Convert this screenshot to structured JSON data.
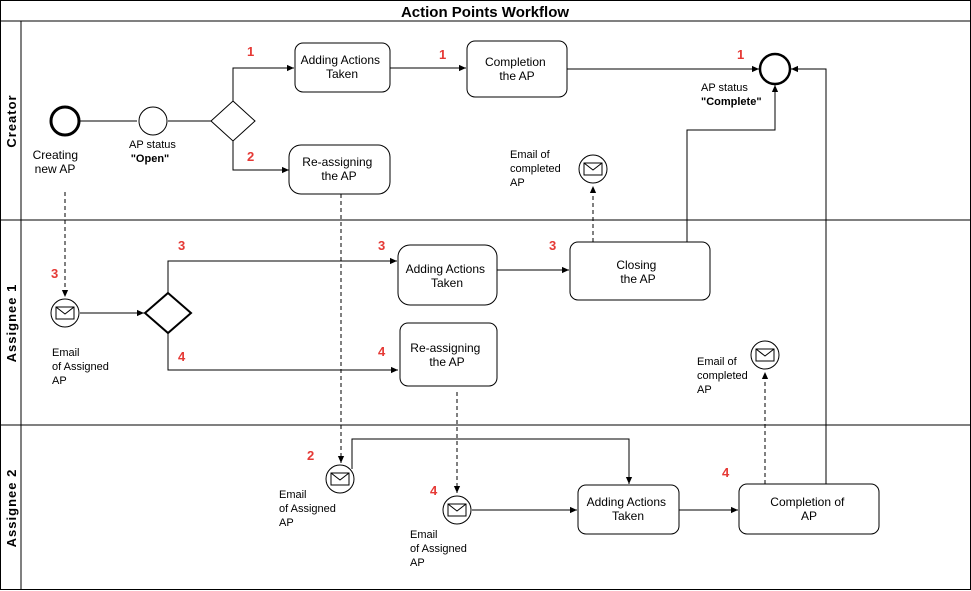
{
  "title": "Action Points Workflow",
  "lanes": [
    "Creator",
    "Assignee 1",
    "Assignee 2"
  ],
  "tasks": {
    "creator_adding": [
      "Adding Actions",
      "Taken"
    ],
    "creator_completion": [
      "Completion",
      "the AP"
    ],
    "creator_reassign": [
      "Re-assigning",
      "the AP"
    ],
    "a1_adding": [
      "Adding Actions",
      "Taken"
    ],
    "a1_closing": [
      "Closing",
      "the AP"
    ],
    "a1_reassign": [
      "Re-assigning",
      "the AP"
    ],
    "a2_adding": [
      "Adding Actions",
      "Taken"
    ],
    "a2_completion": [
      "Completion of",
      "AP"
    ]
  },
  "labels": {
    "creating": [
      "Creating",
      "new AP"
    ],
    "ap_open": [
      "AP status",
      "\"Open\""
    ],
    "ap_complete": [
      "AP status",
      "\"Complete\""
    ],
    "email_completed_top": [
      "Email of",
      "completed",
      "AP"
    ],
    "email_assigned_a1": [
      "Email",
      "of Assigned",
      "AP"
    ],
    "email_completed_a1": [
      "Email of",
      "completed",
      "AP"
    ],
    "email_assigned_a2_left": [
      "Email",
      "of Assigned",
      "AP"
    ],
    "email_assigned_a2_mid": [
      "Email",
      "of Assigned",
      "AP"
    ]
  },
  "step_numbers": {
    "n1a": "1",
    "n1b": "1",
    "n1c": "1",
    "n2a": "2",
    "n2b": "2",
    "n3a": "3",
    "n3b": "3",
    "n3c": "3",
    "n3d": "3",
    "n4a": "4",
    "n4b": "4",
    "n4c": "4"
  },
  "colors": {
    "line": "#000000",
    "step_number": "#e53935",
    "background": "#ffffff"
  }
}
